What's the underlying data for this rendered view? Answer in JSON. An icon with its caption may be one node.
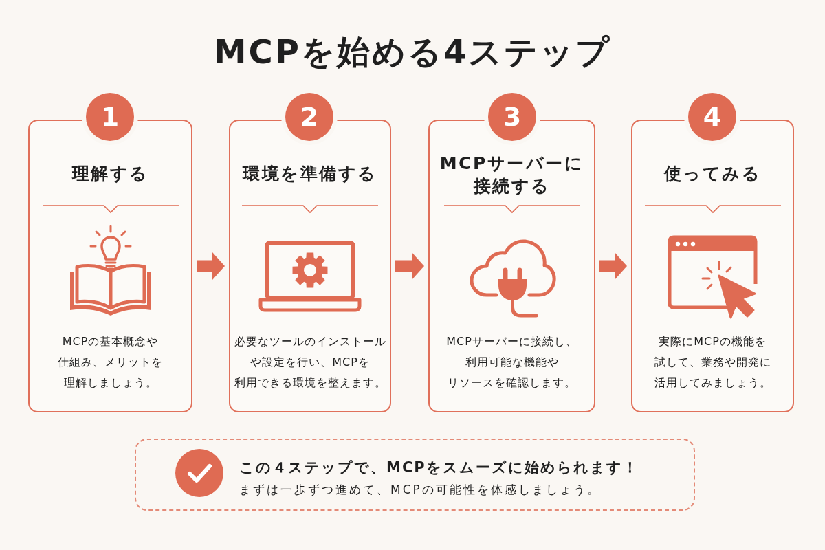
{
  "diagram": {
    "title": "MCPを始める4ステップ",
    "nodes": [
      {
        "text": [
          "1"
        ]
      },
      {
        "text": [
          "理解する",
          "MCPの基本概念や仕組み、メリットを理解しましょう。"
        ]
      },
      {
        "text": [
          "2"
        ]
      },
      {
        "text": [
          "環境を準備する",
          "必要なツールのインストールや設定を行い、MCPを利用できる環境を整えます。"
        ]
      },
      {
        "text": [
          "3"
        ]
      },
      {
        "text": [
          "MCPサーバーに接続する",
          "MCPサーバーに接続し、利用可能な機能やリソースを確認します。"
        ]
      },
      {
        "text": [
          "4"
        ]
      },
      {
        "text": [
          "使ってみる",
          "実際にMCPの機能を試して、業務や開発に活用してみましょう。"
        ]
      },
      {
        "text": [
          "この４ステップで、MCPをスムーズに始められます！",
          "まずは一歩ずつ進めて、MCPの可能性を体感しましょう。"
        ]
      }
    ],
    "edges": [
      {
        "from": 1,
        "to": 3,
        "arrow": "to"
      },
      {
        "from": 3,
        "to": 5,
        "arrow": "to"
      },
      {
        "from": 5,
        "to": 7,
        "arrow": "to"
      }
    ]
  }
}
